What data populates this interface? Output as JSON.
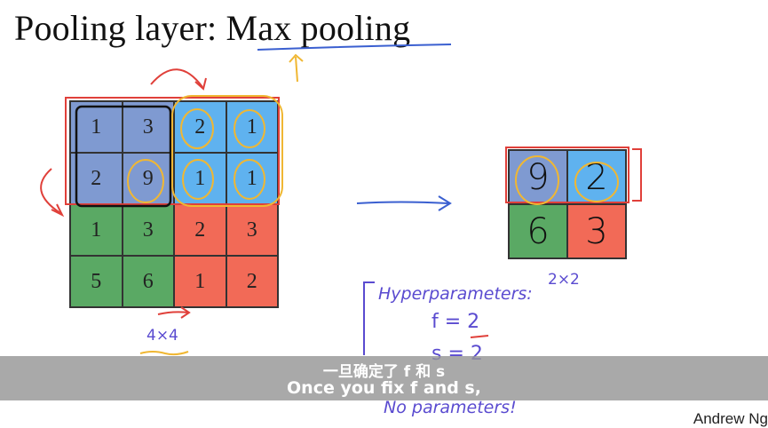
{
  "title": "Pooling layer: Max pooling",
  "input_matrix": {
    "size_label": "4×4",
    "rows": [
      [
        {
          "v": "1",
          "c": "#7f9ad1"
        },
        {
          "v": "3",
          "c": "#7f9ad1"
        },
        {
          "v": "2",
          "c": "#5fb2ef"
        },
        {
          "v": "1",
          "c": "#5fb2ef"
        }
      ],
      [
        {
          "v": "2",
          "c": "#7f9ad1"
        },
        {
          "v": "9",
          "c": "#7f9ad1"
        },
        {
          "v": "1",
          "c": "#5fb2ef"
        },
        {
          "v": "1",
          "c": "#5fb2ef"
        }
      ],
      [
        {
          "v": "1",
          "c": "#5aa964"
        },
        {
          "v": "3",
          "c": "#5aa964"
        },
        {
          "v": "2",
          "c": "#f26a57"
        },
        {
          "v": "3",
          "c": "#f26a57"
        }
      ],
      [
        {
          "v": "5",
          "c": "#5aa964"
        },
        {
          "v": "6",
          "c": "#5aa964"
        },
        {
          "v": "1",
          "c": "#f26a57"
        },
        {
          "v": "2",
          "c": "#f26a57"
        }
      ]
    ]
  },
  "output_matrix": {
    "size_label": "2×2",
    "rows": [
      [
        {
          "v": "9",
          "c": "#7f9ad1"
        },
        {
          "v": "2",
          "c": "#5fb2ef"
        }
      ],
      [
        {
          "v": "6",
          "c": "#5aa964"
        },
        {
          "v": "3",
          "c": "#f26a57"
        }
      ]
    ]
  },
  "hyperparameters": {
    "heading": "Hyperparameters:",
    "f": "f = 2",
    "s": "s = 2",
    "note": "No parameters!"
  },
  "subtitles": {
    "zh": "一旦确定了 f 和 s",
    "en": "Once you fix f and s,"
  },
  "credit": "Andrew Ng",
  "colors": {
    "blue_dark": "#7f9ad1",
    "blue_light": "#5fb2ef",
    "green": "#5aa964",
    "red": "#f26a57",
    "ink_red": "#e0403a",
    "ink_orange": "#f0b733",
    "ink_blue": "#3a5fd0",
    "ink_purple": "#5a4bd0"
  }
}
